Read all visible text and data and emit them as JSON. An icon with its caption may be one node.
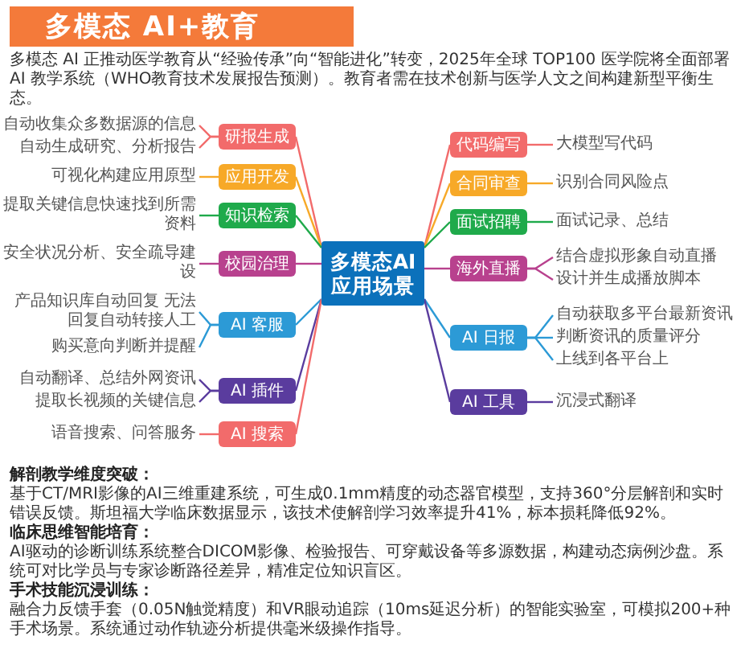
{
  "diagram": {
    "title": "多模态 AI+教育",
    "nodes": [
      {
        "text": [
          "多模态AI应用场景"
        ]
      },
      {
        "text": [
          "研报生成"
        ]
      },
      {
        "text": [
          "自动收集众多数据源的信息"
        ]
      },
      {
        "text": [
          "自动生成研究、分析报告"
        ]
      },
      {
        "text": [
          "应用开发"
        ]
      },
      {
        "text": [
          "可视化构建应用原型"
        ]
      },
      {
        "text": [
          "知识检索"
        ]
      },
      {
        "text": [
          "提取关键信息快速找到所需资料"
        ]
      },
      {
        "text": [
          "校园治理"
        ]
      },
      {
        "text": [
          "安全状况分析、安全疏导建设"
        ]
      },
      {
        "text": [
          "AI 客服"
        ]
      },
      {
        "text": [
          "产品知识库自动回复 无法回复自动转接人工"
        ]
      },
      {
        "text": [
          "购买意向判断并提醒"
        ]
      },
      {
        "text": [
          "AI 插件"
        ]
      },
      {
        "text": [
          "自动翻译、总结外网资讯"
        ]
      },
      {
        "text": [
          "提取长视频的关键信息"
        ]
      },
      {
        "text": [
          "AI 搜索"
        ]
      },
      {
        "text": [
          "语音搜索、问答服务"
        ]
      },
      {
        "text": [
          "代码编写"
        ]
      },
      {
        "text": [
          "大模型写代码"
        ]
      },
      {
        "text": [
          "合同审查"
        ]
      },
      {
        "text": [
          "识别合同风险点"
        ]
      },
      {
        "text": [
          "面试招聘"
        ]
      },
      {
        "text": [
          "面试记录、总结"
        ]
      },
      {
        "text": [
          "海外直播"
        ]
      },
      {
        "text": [
          "结合虚拟形象自动直播"
        ]
      },
      {
        "text": [
          "设计并生成播放脚本"
        ]
      },
      {
        "text": [
          "AI 日报"
        ]
      },
      {
        "text": [
          "自动获取多平台最新资讯"
        ]
      },
      {
        "text": [
          "判断资讯的质量评分"
        ]
      },
      {
        "text": [
          "上线到各平台上"
        ]
      },
      {
        "text": [
          "AI 工具"
        ]
      },
      {
        "text": [
          "沉浸式翻译"
        ]
      }
    ],
    "edges": [
      {
        "from": 0,
        "to": 1,
        "arrow": "none",
        "color": "#f26b6b"
      },
      {
        "from": 1,
        "to": 2,
        "arrow": "none",
        "color": "#f26b6b"
      },
      {
        "from": 1,
        "to": 3,
        "arrow": "none",
        "color": "#f26b6b"
      },
      {
        "from": 0,
        "to": 4,
        "arrow": "none",
        "color": "#f7a928"
      },
      {
        "from": 4,
        "to": 5,
        "arrow": "none",
        "color": "#f7a928"
      },
      {
        "from": 0,
        "to": 6,
        "arrow": "none",
        "color": "#1faa4b"
      },
      {
        "from": 6,
        "to": 7,
        "arrow": "none",
        "color": "#1faa4b"
      },
      {
        "from": 0,
        "to": 8,
        "arrow": "none",
        "color": "#b8418e"
      },
      {
        "from": 8,
        "to": 9,
        "arrow": "none",
        "color": "#b8418e"
      },
      {
        "from": 0,
        "to": 10,
        "arrow": "none",
        "color": "#2c9ad6"
      },
      {
        "from": 10,
        "to": 11,
        "arrow": "none",
        "color": "#2c9ad6"
      },
      {
        "from": 10,
        "to": 12,
        "arrow": "none",
        "color": "#2c9ad6"
      },
      {
        "from": 0,
        "to": 13,
        "arrow": "none",
        "color": "#5a3c9e"
      },
      {
        "from": 13,
        "to": 14,
        "arrow": "none",
        "color": "#5a3c9e"
      },
      {
        "from": 13,
        "to": 15,
        "arrow": "none",
        "color": "#5a3c9e"
      },
      {
        "from": 0,
        "to": 16,
        "arrow": "none",
        "color": "#f26b6b"
      },
      {
        "from": 16,
        "to": 17,
        "arrow": "none",
        "color": "#f26b6b"
      },
      {
        "from": 0,
        "to": 18,
        "arrow": "none",
        "color": "#f26b6b"
      },
      {
        "from": 18,
        "to": 19,
        "arrow": "none",
        "color": "#f26b6b"
      },
      {
        "from": 0,
        "to": 20,
        "arrow": "none",
        "color": "#f7a928"
      },
      {
        "from": 20,
        "to": 21,
        "arrow": "none",
        "color": "#f7a928"
      },
      {
        "from": 0,
        "to": 22,
        "arrow": "none",
        "color": "#1faa4b"
      },
      {
        "from": 22,
        "to": 23,
        "arrow": "none",
        "color": "#1faa4b"
      },
      {
        "from": 0,
        "to": 24,
        "arrow": "none",
        "color": "#b8418e"
      },
      {
        "from": 24,
        "to": 25,
        "arrow": "none",
        "color": "#b8418e"
      },
      {
        "from": 24,
        "to": 26,
        "arrow": "none",
        "color": "#b8418e"
      },
      {
        "from": 0,
        "to": 27,
        "arrow": "none",
        "color": "#2c9ad6"
      },
      {
        "from": 27,
        "to": 28,
        "arrow": "none",
        "color": "#2c9ad6"
      },
      {
        "from": 27,
        "to": 29,
        "arrow": "none",
        "color": "#2c9ad6"
      },
      {
        "from": 27,
        "to": 30,
        "arrow": "none",
        "color": "#2c9ad6"
      },
      {
        "from": 0,
        "to": 31,
        "arrow": "none",
        "color": "#5a3c9e"
      },
      {
        "from": 31,
        "to": 32,
        "arrow": "none",
        "color": "#5a3c9e"
      }
    ],
    "labels": [
      "多模态 AI 正推动医学教育从“经验传承”向“智能进化”转变，2025年全球 TOP100 医学院将全面部署 AI 教学系统（WHO教育技术发展报告预测）。教育者需在技术创新与医学人文之间构建新型平衡生态。",
      "解剖教学维度突破：",
      "基于CT/MRI影像的AI三维重建系统，可生成0.1mm精度的动态器官模型，支持360°分层解剖和实时错误反馈。斯坦福大学临床数据显示，该技术使解剖学习效率提升41%，标本损耗降低92%。",
      "临床思维智能培育：",
      "AI驱动的诊断训练系统整合DICOM影像、检验报告、可穿戴设备等多源数据，构建动态病例沙盘。系统可对比学员与专家诊断路径差异，精准定位知识盲区。",
      "手术技能沉浸训练：",
      "融合力反馈手套（0.05N触觉精度）和VR眼动追踪（10ms延迟分析）的智能实验室，可模拟200+种手术场景。系统通过动作轨迹分析提供毫米级操作指导。"
    ]
  }
}
